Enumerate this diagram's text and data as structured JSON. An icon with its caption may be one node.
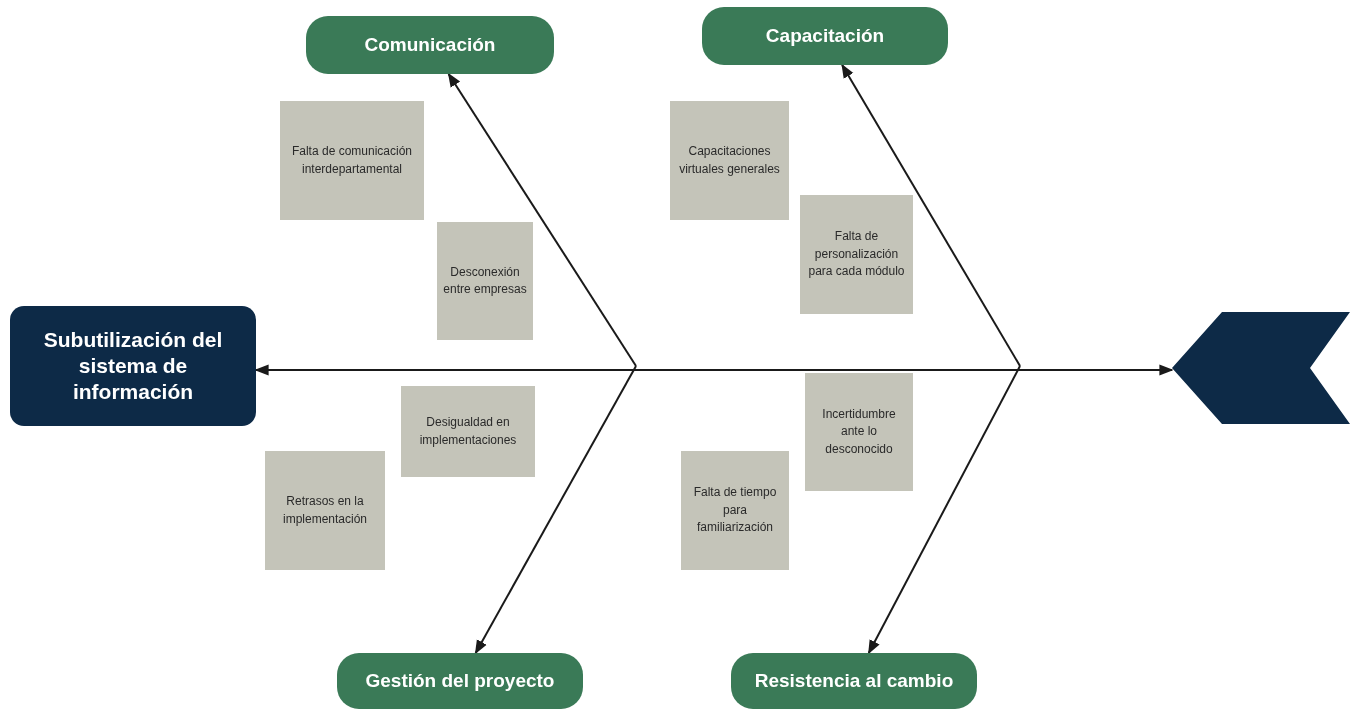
{
  "diagram": {
    "nodes": [
      {
        "text": [
          "Comunicación"
        ]
      },
      {
        "text": [
          "Capacitación"
        ]
      },
      {
        "text": [
          "Falta de comunicación interdepartamental"
        ]
      },
      {
        "text": [
          "Capacitaciones virtuales generales"
        ]
      },
      {
        "text": [
          "Desconexión entre empresas"
        ]
      },
      {
        "text": [
          "Falta de personalización para cada módulo"
        ]
      },
      {
        "text": [
          "Subutilización del sistema de información"
        ]
      },
      {
        "text": [],
        "shape": "chevron"
      },
      {
        "text": [
          "Incertidumbre ante lo desconocido"
        ]
      },
      {
        "text": [
          "Desigualdad en implementaciones"
        ]
      },
      {
        "text": [
          "Retrasos en la implementación"
        ]
      },
      {
        "text": [
          "Falta de tiempo para familiarización"
        ]
      },
      {
        "text": [
          "Gestión del proyecto"
        ]
      },
      {
        "text": [
          "Resistencia al cambio"
        ]
      }
    ],
    "edges": [
      {
        "from": 7,
        "to": 6,
        "arrow": "both"
      },
      {
        "from": null,
        "to": 0,
        "arrow": "to"
      },
      {
        "from": null,
        "to": 12,
        "arrow": "to"
      },
      {
        "from": null,
        "to": 1,
        "arrow": "to"
      },
      {
        "from": null,
        "to": 13,
        "arrow": "to"
      }
    ]
  }
}
